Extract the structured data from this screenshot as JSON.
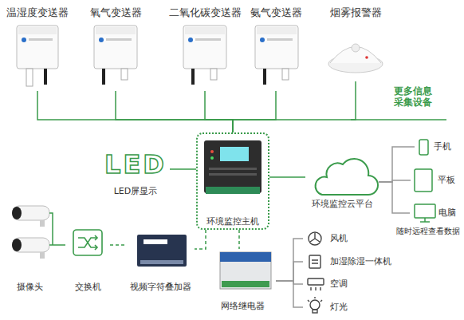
{
  "diagram": {
    "nodes": [
      {
        "text": [
          "温湿度变送器"
        ]
      },
      {
        "text": [
          "氧气变送器"
        ]
      },
      {
        "text": [
          "二氧化碳变送器"
        ]
      },
      {
        "text": [
          "氨气变送器"
        ]
      },
      {
        "text": [
          "烟雾报警器"
        ]
      },
      {
        "text": [
          "环境监控主机"
        ]
      },
      {
        "text": [
          "LED",
          "LED屏显示"
        ]
      },
      {
        "text": [
          "环境监控云平台"
        ]
      },
      {
        "text": [
          "手机"
        ]
      },
      {
        "text": [
          "平板"
        ]
      },
      {
        "text": [
          "电脑"
        ]
      },
      {
        "text": [
          "网络继电器"
        ]
      },
      {
        "text": [
          "风机"
        ]
      },
      {
        "text": [
          "加湿除湿一体机"
        ]
      },
      {
        "text": [
          "空调"
        ]
      },
      {
        "text": [
          "灯光"
        ]
      },
      {
        "text": [
          "摄像头"
        ]
      },
      {
        "text": [
          "交换机"
        ]
      },
      {
        "text": [
          "视频字符叠加器"
        ]
      }
    ],
    "edges": [
      {
        "from": 0,
        "to": 5,
        "arrow": "none"
      },
      {
        "from": 1,
        "to": 5,
        "arrow": "none"
      },
      {
        "from": 2,
        "to": 5,
        "arrow": "none"
      },
      {
        "from": 3,
        "to": 5,
        "arrow": "none"
      },
      {
        "from": 4,
        "to": 5,
        "arrow": "none"
      },
      {
        "from": 5,
        "to": 6,
        "arrow": "none"
      },
      {
        "from": 5,
        "to": 7,
        "arrow": "none"
      },
      {
        "from": 7,
        "to": 8,
        "arrow": "none"
      },
      {
        "from": 7,
        "to": 9,
        "arrow": "none"
      },
      {
        "from": 7,
        "to": 10,
        "arrow": "none"
      },
      {
        "from": 5,
        "to": 11,
        "arrow": "none"
      },
      {
        "from": 11,
        "to": 12,
        "arrow": "none"
      },
      {
        "from": 11,
        "to": 13,
        "arrow": "none"
      },
      {
        "from": 11,
        "to": 14,
        "arrow": "none"
      },
      {
        "from": 11,
        "to": 15,
        "arrow": "none"
      },
      {
        "from": 16,
        "to": 17,
        "arrow": "none"
      },
      {
        "from": 17,
        "to": 18,
        "arrow": "none"
      },
      {
        "from": 5,
        "to": 18,
        "arrow": "none"
      }
    ],
    "labels": [
      "更多信息 采集设备",
      "随时远程查看数据"
    ]
  }
}
